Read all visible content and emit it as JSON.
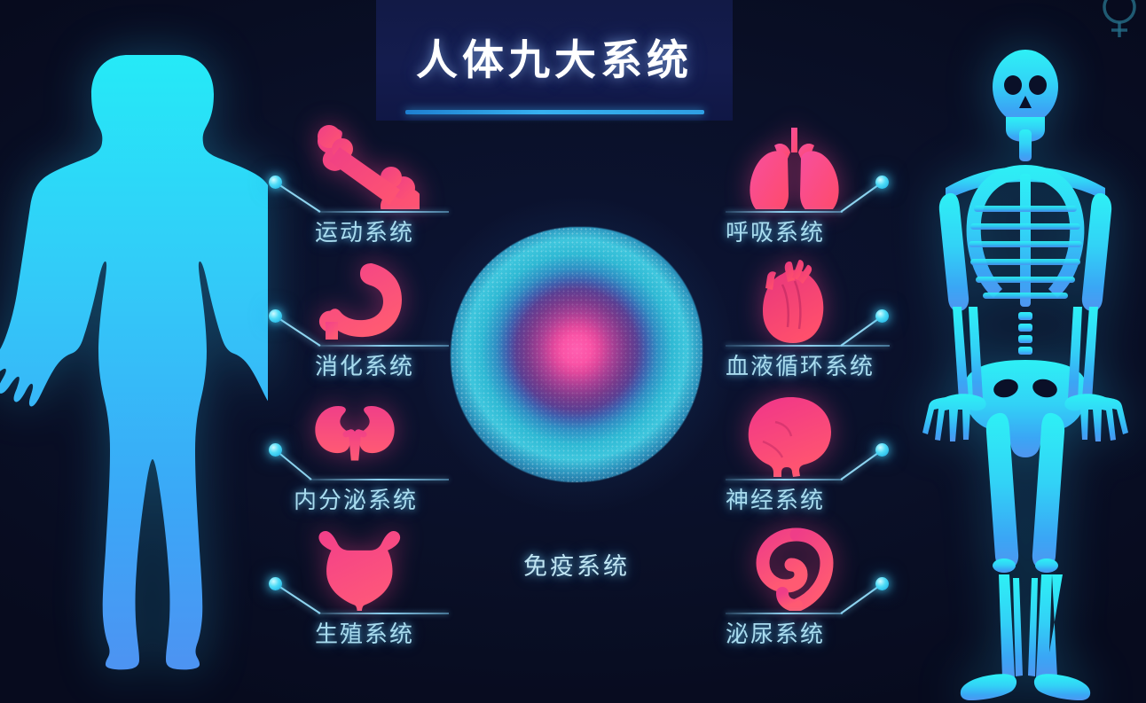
{
  "header": {
    "title": "人体九大系统",
    "accent_color": "#2f9fe4"
  },
  "center": {
    "label": "免疫系统",
    "sphere_name": "immune-sphere"
  },
  "colors": {
    "background": "#0a1028",
    "title_panel": "#131a48",
    "label_text": "#a9dcef",
    "dot": "#4fdcf7",
    "icon_pink": "#f0407e",
    "icon_pink_light": "#ff6fa8",
    "figure_cyan": "#2fe6f5",
    "figure_blue": "#3aa0f5"
  },
  "figures": {
    "left": "human-body-silhouette",
    "right": "skeleton-silhouette"
  },
  "systems": {
    "left": [
      {
        "label": "运动系统",
        "icon": "bone-icon",
        "index": 1
      },
      {
        "label": "消化系统",
        "icon": "stomach-icon",
        "index": 2
      },
      {
        "label": "内分泌系统",
        "icon": "kidneys-icon",
        "index": 3
      },
      {
        "label": "生殖系统",
        "icon": "uterus-icon",
        "index": 4
      }
    ],
    "right": [
      {
        "label": "呼吸系统",
        "icon": "lungs-icon",
        "index": 1
      },
      {
        "label": "血液循环系统",
        "icon": "heart-icon",
        "index": 2
      },
      {
        "label": "神经系统",
        "icon": "brain-icon",
        "index": 3
      },
      {
        "label": "泌尿系统",
        "icon": "bladder-icon",
        "index": 4
      }
    ]
  }
}
